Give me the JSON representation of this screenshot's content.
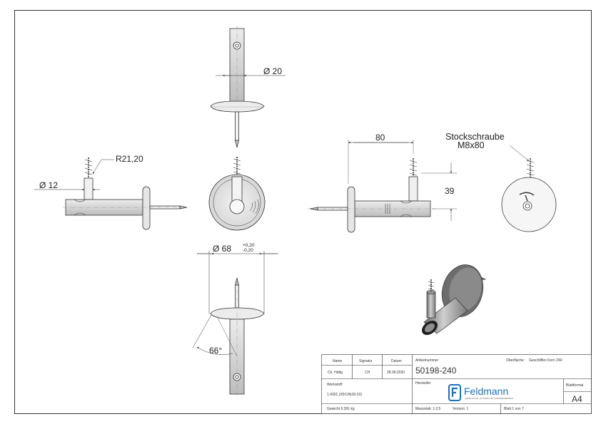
{
  "dimensions": {
    "dia_20": "Ø 20",
    "r_21_20": "R21,20",
    "dia_12": "Ø 12",
    "len_80": "80",
    "screw_label_1": "Stockschraube",
    "screw_label_2": "M8x80",
    "height_39": "39",
    "dia_68": "Ø 68",
    "tol_plus": "+0,20",
    "tol_minus": "-0,20",
    "angle_66": "66°"
  },
  "title_block": {
    "col_name": "Name",
    "col_signature": "Signatur",
    "col_date": "Datum",
    "name_value": "Ch. Häfig",
    "signature_value": "CH",
    "date_value": "28.09.2020",
    "article_label": "Artikelnummer",
    "article_value": "50198-240",
    "surface_label": "Oberfläche:",
    "surface_value": "Geschliffen Korn 240",
    "material_label": "Werkstoff:",
    "material_value": "1.4301 (X5CrNi18-10)",
    "manufacturer_label": "Hersteller",
    "company_name": "Feldmann",
    "company_tagline": "EDELSTAHL ALUMINIUM SCHMIEDEEISEN",
    "format_label": "Blattformat",
    "format_value": "A4",
    "weight": "Gewicht 0,391 kg",
    "scale": "Massstab: 1:2,5",
    "version": "Version: 1",
    "sheet": "Blatt 1 von 7"
  }
}
